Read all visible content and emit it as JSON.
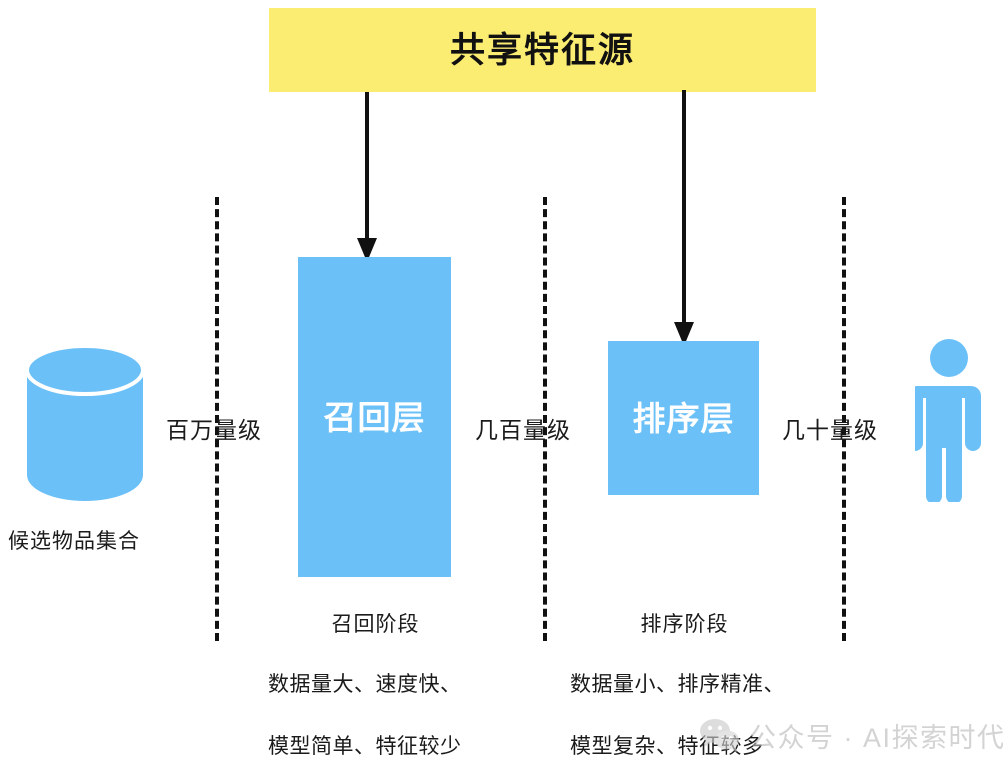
{
  "diagram": {
    "title_box": {
      "label": "共享特征源",
      "fill_color": "#FBEC72",
      "text_color": "#111111"
    },
    "stages": [
      {
        "id": "recall",
        "box_label": "召回层",
        "stage_name": "召回阶段",
        "description_line1": "数据量大、速度快、",
        "description_line2": "模型简单、特征较少",
        "fill_color": "#6CC0F8",
        "text_color": "#FFFFFF"
      },
      {
        "id": "ranking",
        "box_label": "排序层",
        "stage_name": "排序阶段",
        "description_line1": "数据量小、排序精准、",
        "description_line2": "模型复杂、特征较多",
        "fill_color": "#6CC0F8",
        "text_color": "#FFFFFF"
      }
    ],
    "scale_labels": [
      {
        "id": "scale-million",
        "label": "百万量级"
      },
      {
        "id": "scale-hundreds",
        "label": "几百量级"
      },
      {
        "id": "scale-tens",
        "label": "几十量级"
      }
    ],
    "source_node": {
      "label": "候选物品集合",
      "icon": "database-cylinder-icon",
      "fill_color": "#6CC0F8"
    },
    "target_node": {
      "icon": "person-icon",
      "fill_color": "#6CC0F8"
    },
    "arrows": [
      {
        "id": "arrow-source-to-recall",
        "from": "共享特征源",
        "to": "召回层"
      },
      {
        "id": "arrow-source-to-ranking",
        "from": "共享特征源",
        "to": "排序层"
      }
    ],
    "dividers": [
      {
        "id": "divider-1",
        "style": "dashed"
      },
      {
        "id": "divider-2",
        "style": "dashed"
      },
      {
        "id": "divider-3",
        "style": "dashed"
      }
    ]
  },
  "watermark": {
    "text": "公众号 · AI探索时代",
    "icon": "wechat-icon",
    "color": "#B9B9B9"
  }
}
